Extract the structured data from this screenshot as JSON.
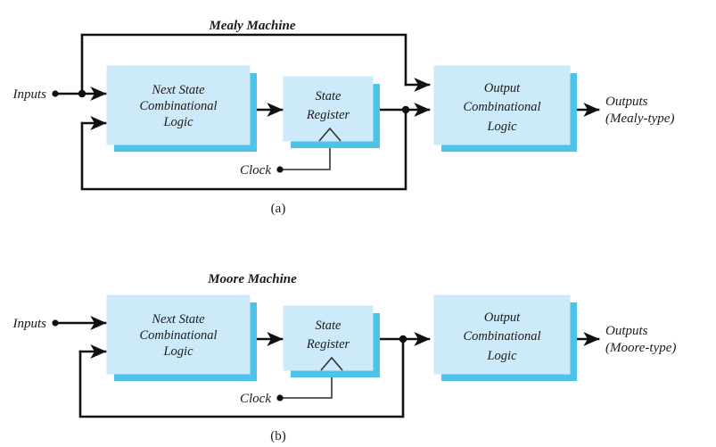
{
  "figure": {
    "background": "#ffffff",
    "box_fill": "#cdeafa",
    "box_shadow": "#4ec3e9",
    "line_color": "#111111",
    "clock_line_color": "#4a4a4a",
    "text_color": "#1a1a1a"
  },
  "diagrams": [
    {
      "id": "mealy",
      "title": "Mealy Machine",
      "caption": "(a)",
      "input_label": "Inputs",
      "clock_label": "Clock",
      "output_label_line1": "Outputs",
      "output_label_line2": "(Mealy-type)",
      "blocks": [
        {
          "id": "next-state",
          "lines": [
            "Next State",
            "Combinational",
            "Logic"
          ]
        },
        {
          "id": "state-register",
          "lines": [
            "State",
            "Register"
          ]
        },
        {
          "id": "output-logic",
          "lines": [
            "Output",
            "Combinational",
            "Logic"
          ]
        }
      ],
      "has_input_feedforward_to_output": true
    },
    {
      "id": "moore",
      "title": "Moore Machine",
      "caption": "(b)",
      "input_label": "Inputs",
      "clock_label": "Clock",
      "output_label_line1": "Outputs",
      "output_label_line2": "(Moore-type)",
      "blocks": [
        {
          "id": "next-state",
          "lines": [
            "Next State",
            "Combinational",
            "Logic"
          ]
        },
        {
          "id": "state-register",
          "lines": [
            "State",
            "Register"
          ]
        },
        {
          "id": "output-logic",
          "lines": [
            "Output",
            "Combinational",
            "Logic"
          ]
        }
      ],
      "has_input_feedforward_to_output": false
    }
  ]
}
